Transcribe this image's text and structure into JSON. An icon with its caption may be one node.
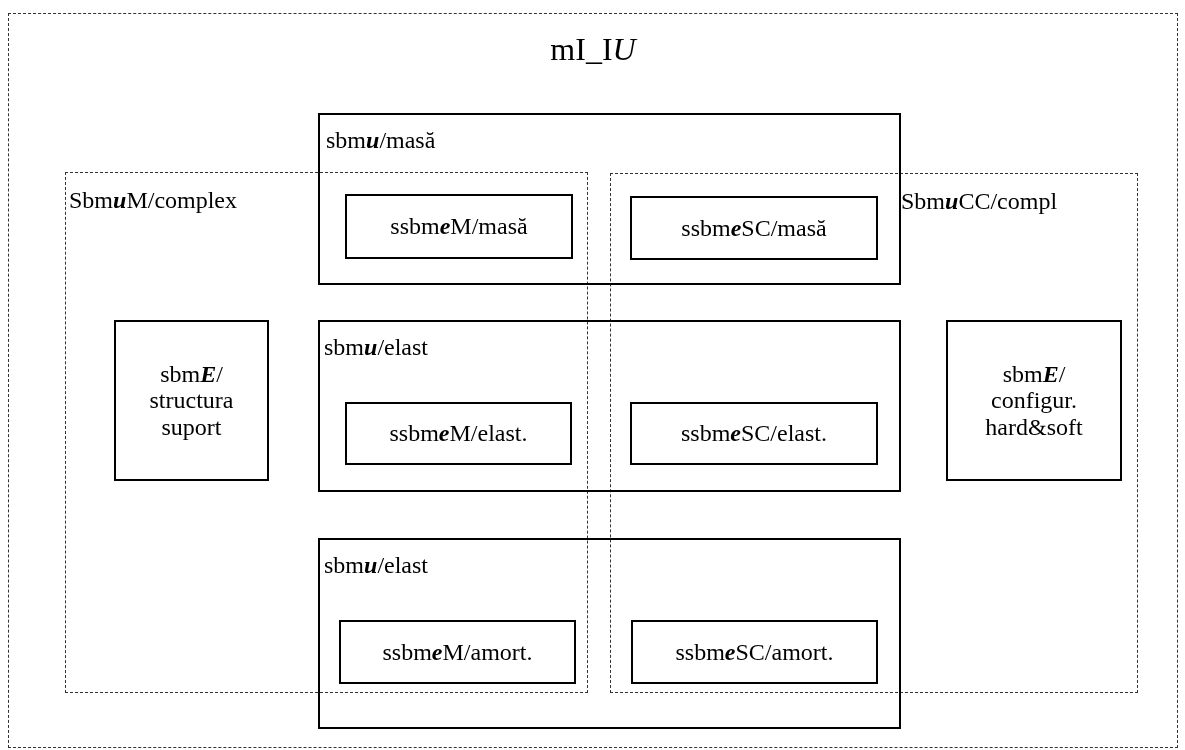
{
  "diagram": {
    "nodes": [
      {
        "text": [
          "mI_IU"
        ]
      },
      {
        "text": [
          "sbm**u**/masă"
        ],
        "in": 0
      },
      {
        "text": [
          "ssbm**e**M/masă"
        ]
      },
      {
        "text": [
          "ssbm**e**SC/masă"
        ]
      },
      {
        "text": [
          "Sbm**u**M/complex"
        ],
        "in": 0
      },
      {
        "text": [
          "Sbm**u**CC/compl"
        ],
        "in": 0
      },
      {
        "text": [
          "sbm**E**/ structura suport"
        ],
        "in": 4
      },
      {
        "text": [
          "sbm**u**/elast"
        ],
        "in": 0
      },
      {
        "text": [
          "ssbm**e**M/elast."
        ]
      },
      {
        "text": [
          "ssbm**e**SC/elast."
        ]
      },
      {
        "text": [
          "sbm**E**/ configur. hard&soft"
        ],
        "in": 5
      },
      {
        "text": [
          "sbm**u**/elast"
        ],
        "in": 0
      },
      {
        "text": [
          "ssbm**e**M/amort."
        ]
      },
      {
        "text": [
          "ssbm**e**SC/amort."
        ]
      }
    ]
  }
}
